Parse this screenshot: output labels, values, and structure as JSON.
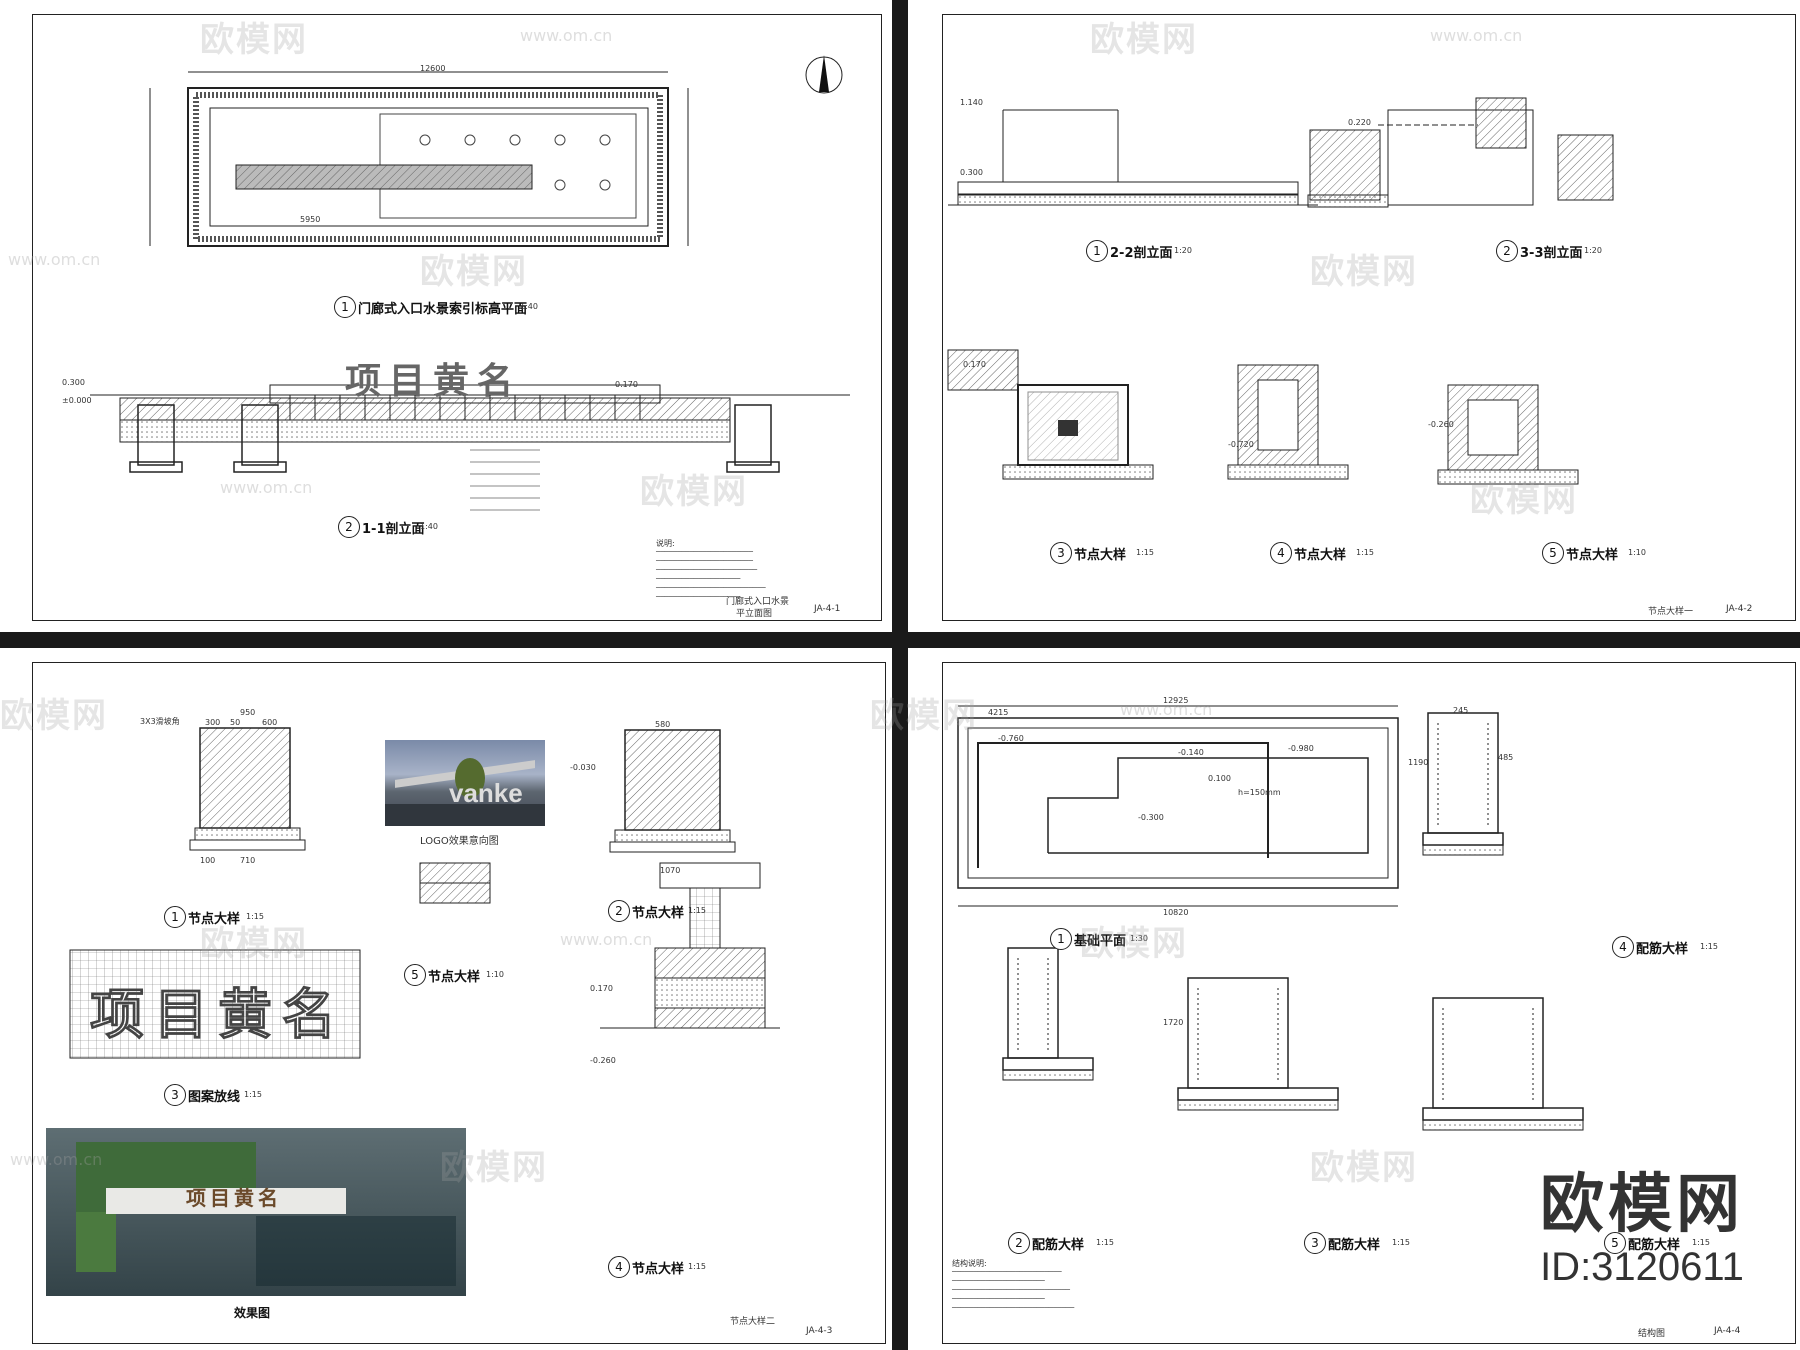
{
  "watermark": {
    "brand": "欧模网",
    "url": "www.om.cn",
    "id_label": "ID:3120611"
  },
  "sheets": [
    {
      "code": "JA-4-1",
      "sheet_title": "门廊式入口水景",
      "sheet_sub": "平立面图",
      "views": [
        {
          "num": "1",
          "title": "门廊式入口水景索引标高平面",
          "scale": "1:40"
        },
        {
          "num": "2",
          "title": "1-1剖立面",
          "scale": "1:40"
        }
      ],
      "dims": [
        "12600",
        "5950",
        "1:40",
        "±0.000",
        "0.300",
        "0.170"
      ],
      "logo_text": "项目黄名",
      "notes_head": "说明:"
    },
    {
      "code": "JA-4-2",
      "sheet_title": "节点大样一",
      "views": [
        {
          "num": "1",
          "title": "2-2剖立面",
          "scale": "1:20"
        },
        {
          "num": "2",
          "title": "3-3剖立面",
          "scale": "1:20"
        },
        {
          "num": "3",
          "title": "节点大样",
          "scale": "1:15"
        },
        {
          "num": "4",
          "title": "节点大样",
          "scale": "1:15"
        },
        {
          "num": "5",
          "title": "节点大样",
          "scale": "1:10"
        }
      ],
      "dims": [
        "1.140",
        "0.300",
        "0.220",
        "0.170",
        "-0.260",
        "-0.720"
      ]
    },
    {
      "code": "JA-4-3",
      "sheet_title": "节点大样二",
      "views": [
        {
          "num": "1",
          "title": "节点大样",
          "scale": "1:15"
        },
        {
          "num": "2",
          "title": "节点大样",
          "scale": "1:15"
        },
        {
          "num": "3",
          "title": "图案放线",
          "scale": "1:15"
        },
        {
          "num": "4",
          "title": "节点大样",
          "scale": "1:15"
        },
        {
          "num": "5",
          "title": "节点大样",
          "scale": "1:10"
        }
      ],
      "logo_caption": "LOGO效果意向图",
      "effect_caption": "效果图",
      "photo_text": "vanke",
      "dims": [
        "950",
        "300",
        "50",
        "600",
        "580",
        "710",
        "100",
        "1070",
        "3X3滑坡角",
        "0.170",
        "-0.030",
        "-0.260"
      ],
      "logo_text": "项目黄名"
    },
    {
      "code": "JA-4-4",
      "sheet_title": "结构图",
      "views": [
        {
          "num": "1",
          "title": "基础平面",
          "scale": "1:30"
        },
        {
          "num": "2",
          "title": "配筋大样",
          "scale": "1:15"
        },
        {
          "num": "3",
          "title": "配筋大样",
          "scale": "1:15"
        },
        {
          "num": "4",
          "title": "配筋大样",
          "scale": "1:15"
        },
        {
          "num": "5",
          "title": "配筋大样",
          "scale": "1:15"
        }
      ],
      "dims": [
        "12925",
        "10820",
        "4215",
        "-0.760",
        "-0.140",
        "-0.300",
        "-0.980",
        "0.100",
        "h=150mm",
        "245",
        "485",
        "1190",
        "1720"
      ],
      "notes_head": "结构说明:"
    }
  ],
  "colors": {
    "line": "#222222",
    "hatch": "#555555",
    "paper": "#ffffff",
    "gap": "#1a1a1a"
  }
}
